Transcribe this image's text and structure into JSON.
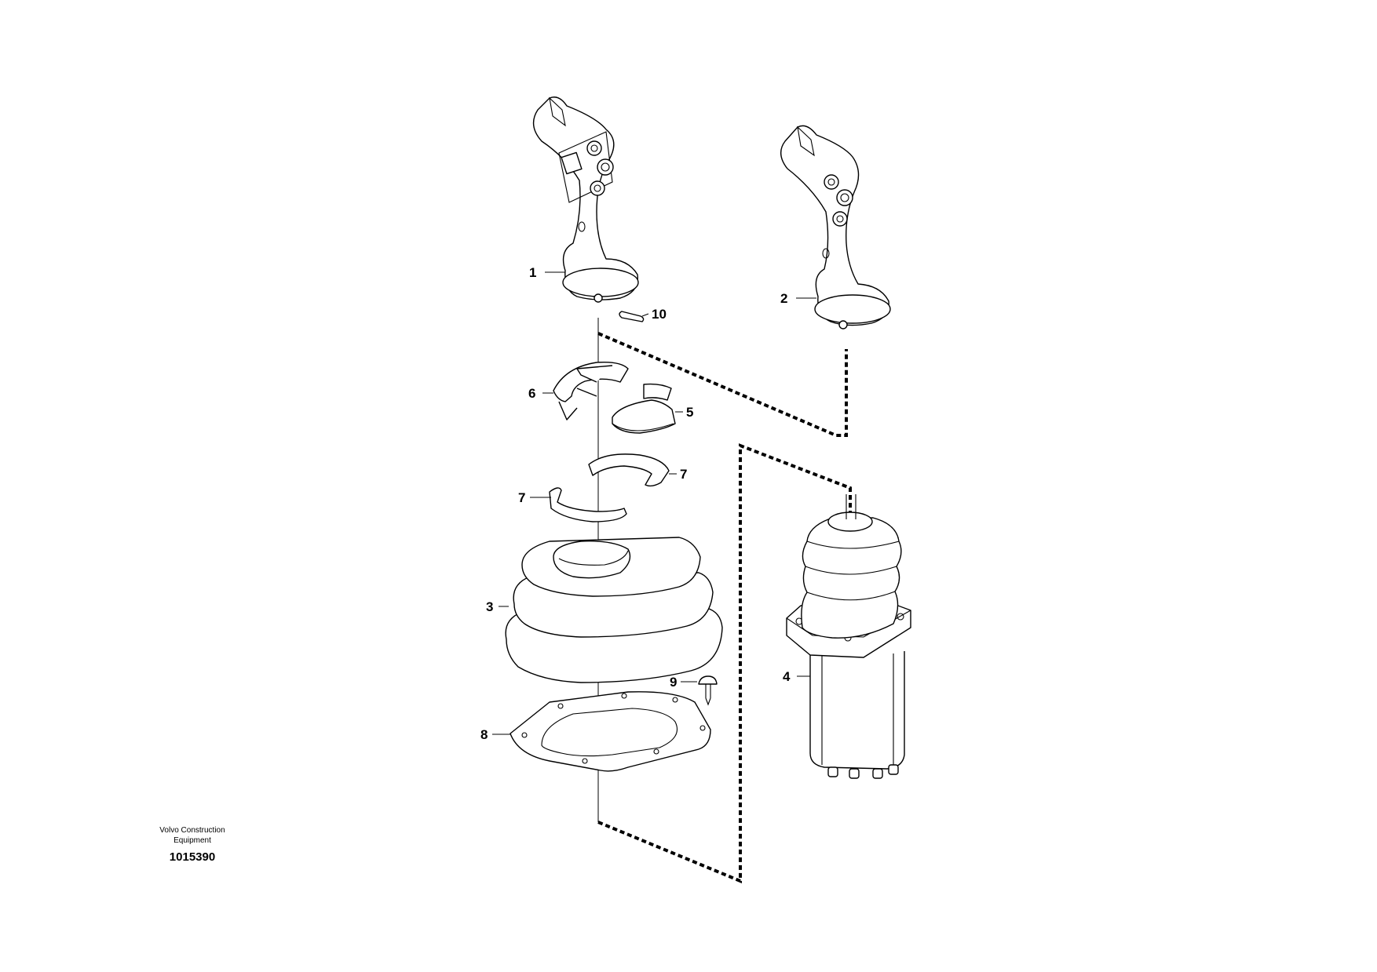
{
  "callouts": [
    "1",
    "2",
    "3",
    "4",
    "5",
    "6",
    "7",
    "7",
    "8",
    "9",
    "10"
  ],
  "caption": {
    "line1": "Volvo Construction",
    "line2": "Equipment",
    "code": "1015390"
  }
}
